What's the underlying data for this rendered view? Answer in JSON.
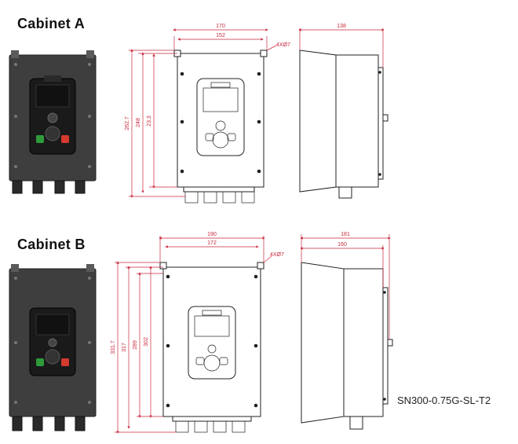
{
  "cabinet_a": {
    "title": "Cabinet A",
    "front": {
      "width": "170",
      "hole_spacing": "152",
      "holes": "4XØ7"
    },
    "side": {
      "depth": "138"
    },
    "heights": {
      "overall": "262.7",
      "mount": "248",
      "inner": "23.3"
    }
  },
  "cabinet_b": {
    "title": "Cabinet B",
    "front": {
      "width": "190",
      "hole_spacing": "172",
      "holes": "4XØ7"
    },
    "side": {
      "depth": "181",
      "inner_depth": "160"
    },
    "heights": {
      "overall": "331.7",
      "mount": "317",
      "inner": "289",
      "panel": "302"
    }
  },
  "model": "SN300-0.75G-SL-T2",
  "colors": {
    "dimension": "#c8283c",
    "drive_body": "#3d3d3d",
    "keypad": "#1a1a1a",
    "run_key": "#2f9a3a",
    "stop_key": "#d53a2e"
  }
}
